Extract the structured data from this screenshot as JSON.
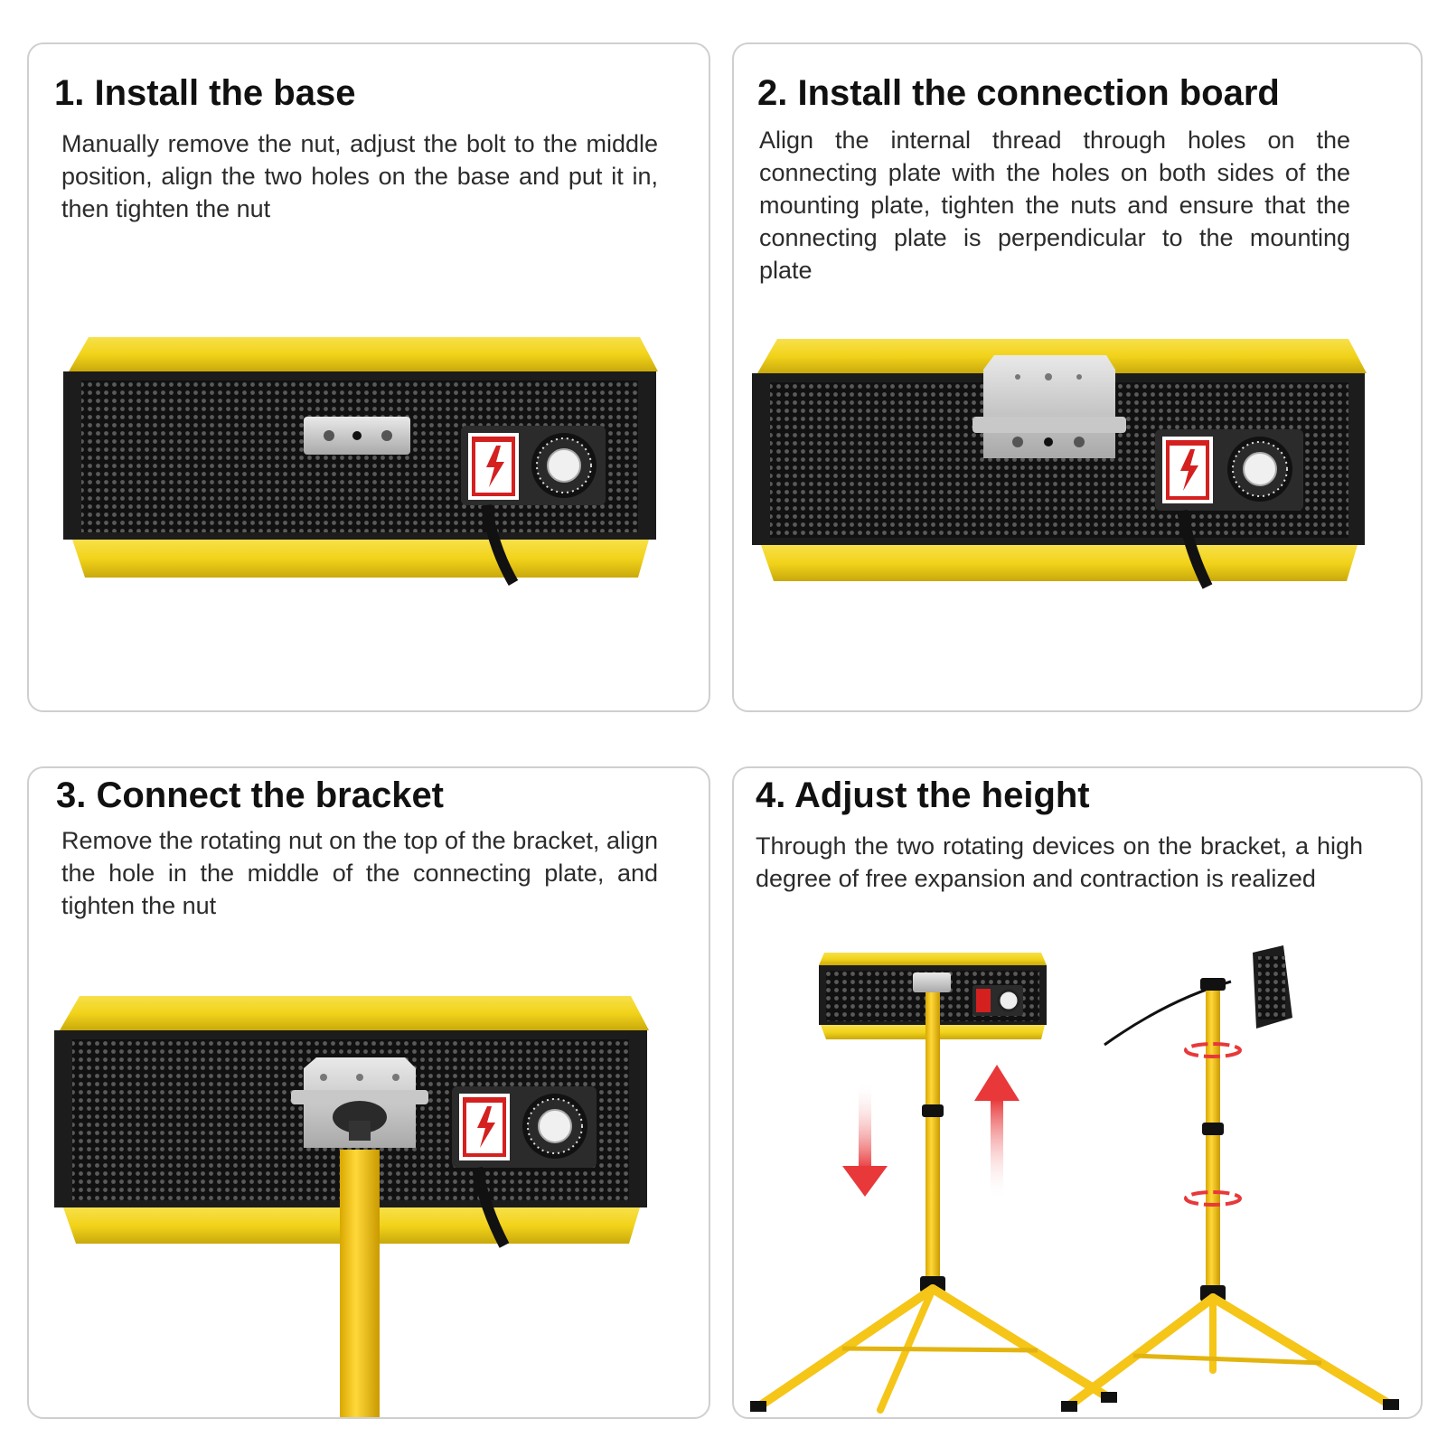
{
  "steps": [
    {
      "title": "1. Install the base",
      "description": "Manually remove the nut, adjust the bolt to the middle position, align the two holes on the base and put it in, then tighten the nut"
    },
    {
      "title": "2. Install the connection board",
      "description": "Align the internal thread through holes on the connecting plate with the holes on both sides of the mounting plate, tighten the nuts and ensure that the connecting plate is perpendicular to the mounting plate"
    },
    {
      "title": "3. Connect the bracket",
      "description": "Remove the rotating nut on the top of the bracket, align the hole in the middle of the connecting plate, and tighten the nut"
    },
    {
      "title": "4. Adjust the height",
      "description": "Through the two rotating devices on the bracket, a high degree of free expansion and contraction is realized"
    }
  ],
  "colors": {
    "housing_yellow": "#f2d31a",
    "housing_dark": "#1c1c1c",
    "stand_yellow": "#f5c518",
    "arrow_red": "#e8383a",
    "panel_border": "#cfcfcf"
  },
  "label_icon": "lightning-bolt-icon"
}
